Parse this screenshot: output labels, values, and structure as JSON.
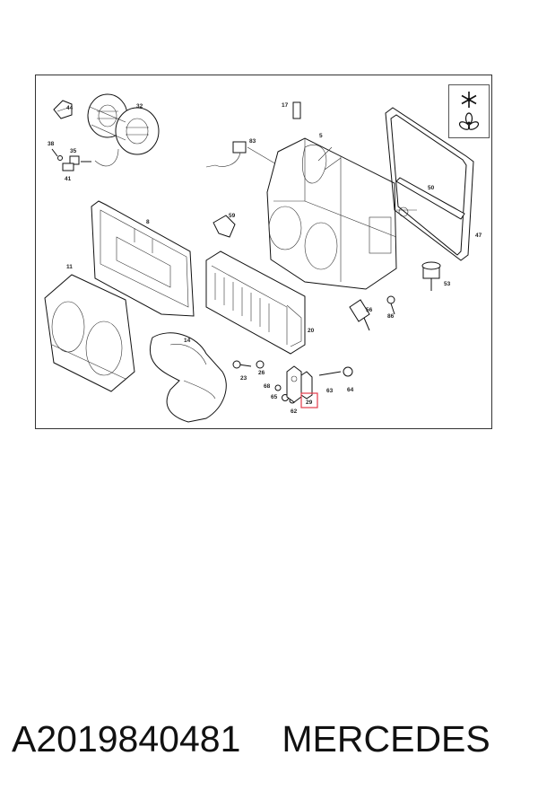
{
  "diagram": {
    "highlight_color": "#e23b4a",
    "highlighted_callout": "29",
    "callouts": [
      {
        "id": "c44",
        "label": "44"
      },
      {
        "id": "c32",
        "label": "32"
      },
      {
        "id": "c38",
        "label": "38"
      },
      {
        "id": "c35",
        "label": "35"
      },
      {
        "id": "c41",
        "label": "41"
      },
      {
        "id": "c17",
        "label": "17"
      },
      {
        "id": "c5",
        "label": "5"
      },
      {
        "id": "c83",
        "label": "83"
      },
      {
        "id": "c50",
        "label": "50"
      },
      {
        "id": "c47",
        "label": "47"
      },
      {
        "id": "c8",
        "label": "8"
      },
      {
        "id": "c59",
        "label": "59"
      },
      {
        "id": "c11",
        "label": "11"
      },
      {
        "id": "c53",
        "label": "53"
      },
      {
        "id": "c86",
        "label": "86"
      },
      {
        "id": "c56",
        "label": "56"
      },
      {
        "id": "c20",
        "label": "20"
      },
      {
        "id": "c14",
        "label": "14"
      },
      {
        "id": "c23",
        "label": "23"
      },
      {
        "id": "c26",
        "label": "26"
      },
      {
        "id": "c68",
        "label": "68"
      },
      {
        "id": "c65",
        "label": "65"
      },
      {
        "id": "c62",
        "label": "62"
      },
      {
        "id": "c29",
        "label": "29"
      },
      {
        "id": "c63",
        "label": "63"
      },
      {
        "id": "c64",
        "label": "64"
      }
    ],
    "legend_icons": [
      "snowflake-icon",
      "fan-icon"
    ]
  },
  "caption": {
    "part_number": "A2019840481",
    "brand": "MERCEDES"
  }
}
